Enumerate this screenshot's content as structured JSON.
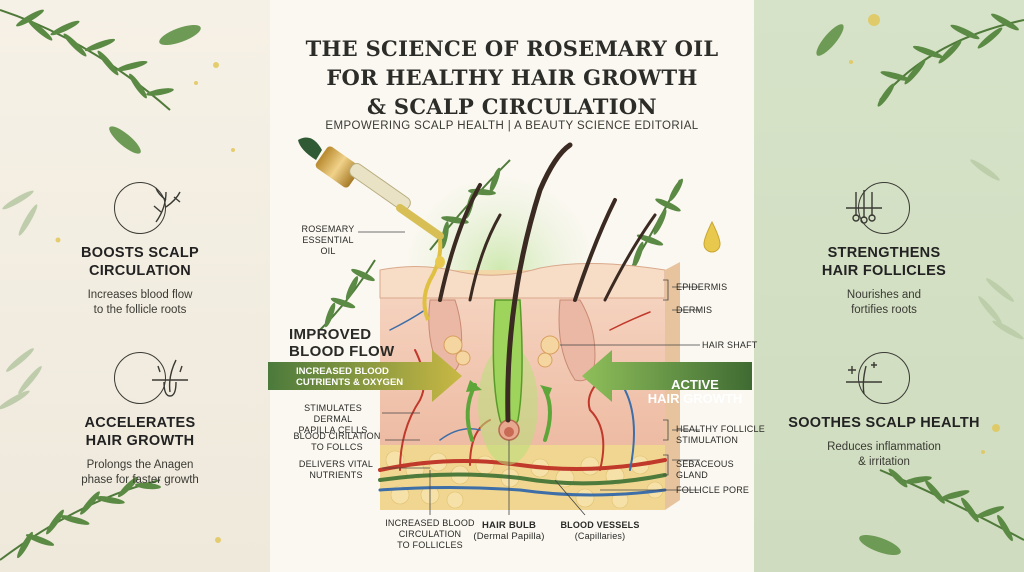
{
  "title_lines": [
    "THE SCIENCE OF ROSEMARY OIL",
    "FOR HEALTHY HAIR GROWTH",
    "& SCALP CIRCULATION"
  ],
  "subtitle": "EMPOWERING SCALP HEALTH | A BEAUTY SCIENCE EDITORIAL",
  "features": {
    "top_left": {
      "title_1": "BOOSTS SCALP",
      "title_2": "CIRCULATION",
      "desc_1": "Increases blood flow",
      "desc_2": "to the follicle roots",
      "icon": "branching-vessels-icon"
    },
    "bottom_left": {
      "title_1": "ACCELERATES",
      "title_2": "HAIR GROWTH",
      "desc_1": "Prolongs the Anagen",
      "desc_2": "phase for faster growth",
      "icon": "hair-follicle-icon"
    },
    "top_right": {
      "title_1": "STRENGTHENS",
      "title_2": "HAIR FOLLICLES",
      "desc_1": "Nourishes and",
      "desc_2": "fortifies roots",
      "icon": "hair-roots-icon"
    },
    "bottom_right": {
      "title_1": "SOOTHES SCALP HEALTH",
      "desc_1": "Reduces inflammation",
      "desc_2": "& irritation",
      "icon": "sparkle-scalp-icon"
    }
  },
  "diagram": {
    "rosemary_oil_1": "ROSEMARY",
    "rosemary_oil_2": "ESSENTIAL OIL",
    "improved_1": "IMPROVED",
    "improved_2": "BLOOD FLOW",
    "arrow_left_1": "INCREASED BLOOD",
    "arrow_left_2": "CUTRIENTS & OXYGEN",
    "active_1": "ACTIVE",
    "active_2": "HAIR GROWTH",
    "epidermis": "EPIDERMIS",
    "dermis": "DERMIS",
    "hair_shaft": "HAIR SHAFT",
    "stimulates_1": "STIMULATES DERMAL",
    "stimulates_2": "PAPILLA CELLS",
    "blood_cir_1": "BLOOD CIRILATION",
    "blood_cir_2": "TO FOLLCS",
    "delivers_1": "DELIVERS VITAL",
    "delivers_2": "NUTRIENTS",
    "healthy_1": "HEALTHY FOLLICLE",
    "healthy_2": "STIMULATION",
    "sebaceous_1": "SEBACEOUS",
    "sebaceous_2": "GLAND",
    "follicle_pore": "FOLLICLE PORE",
    "increased_1": "INCREASED BLOOD",
    "increased_2": "CIRCULATION",
    "increased_3": "TO FOLLICLES",
    "bulb_1": "HAIR BULB",
    "bulb_2": "(Dermal Papilla)",
    "vessels_1": "BLOOD VESSELS",
    "vessels_2": "(Capillaries)"
  },
  "colors": {
    "rosemary_green": "#4f7a3a",
    "arrow_left": "#8a9a36",
    "arrow_right": "#4e7a3c",
    "skin": "#f2cdb8",
    "fat": "#f0d690",
    "vessel_red": "#c0392b",
    "vessel_blue": "#3d6ea8"
  }
}
